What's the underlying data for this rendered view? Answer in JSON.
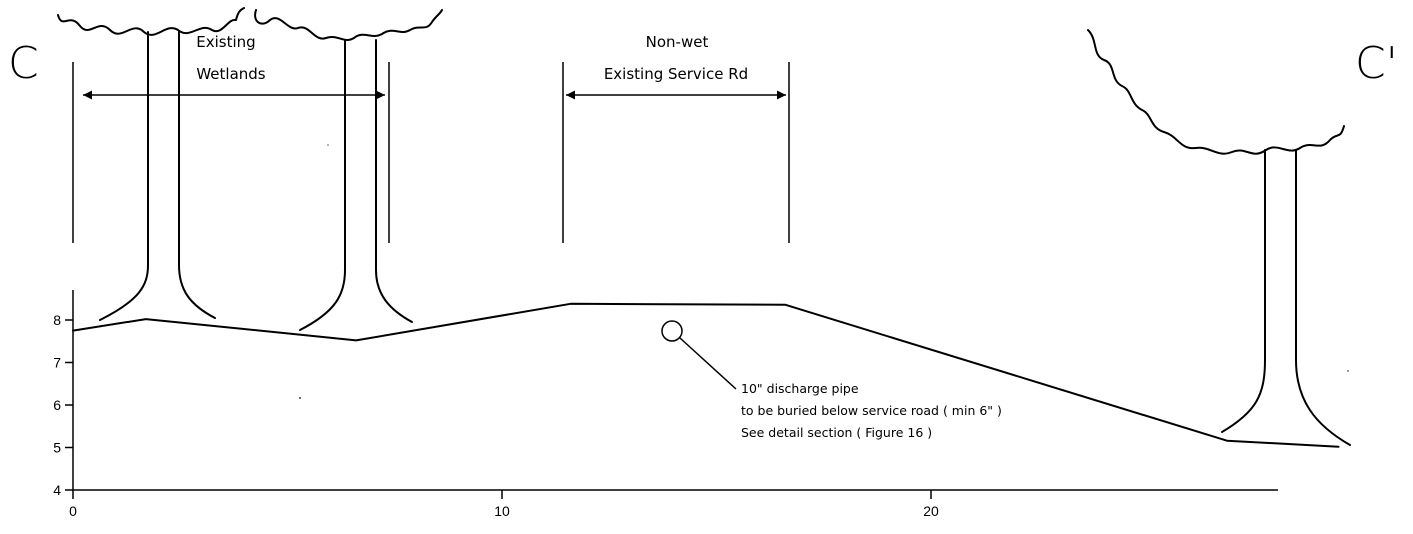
{
  "section": {
    "start_label": "C",
    "end_label": "C'"
  },
  "annotations": {
    "wetlands_line1": "Existing",
    "wetlands_line2": "Wetlands",
    "road_line1": "Non-wet",
    "road_line2": "Existing Service Rd",
    "pipe_line1": "10\" discharge pipe",
    "pipe_line2": "to be buried below service road ( min 6\" )",
    "pipe_line3": "See detail section ( Figure 16 )"
  },
  "chart_data": {
    "type": "line",
    "x_ticks": [
      0,
      10,
      20
    ],
    "y_ticks": [
      4,
      5,
      6,
      7,
      8
    ],
    "xlim": [
      0,
      29
    ],
    "ylim": [
      4,
      8.7
    ],
    "grid": false,
    "series": [
      {
        "x": [
          0,
          1.7,
          6.6,
          11.6,
          16.6,
          26.9,
          29.5
        ],
        "y": [
          7.75,
          8.02,
          7.52,
          8.38,
          8.36,
          5.16,
          5.02
        ]
      }
    ]
  },
  "colors": {
    "line": "#000000",
    "background": "#ffffff"
  },
  "icons": [
    "tree-icon",
    "pipe-circle-icon"
  ]
}
